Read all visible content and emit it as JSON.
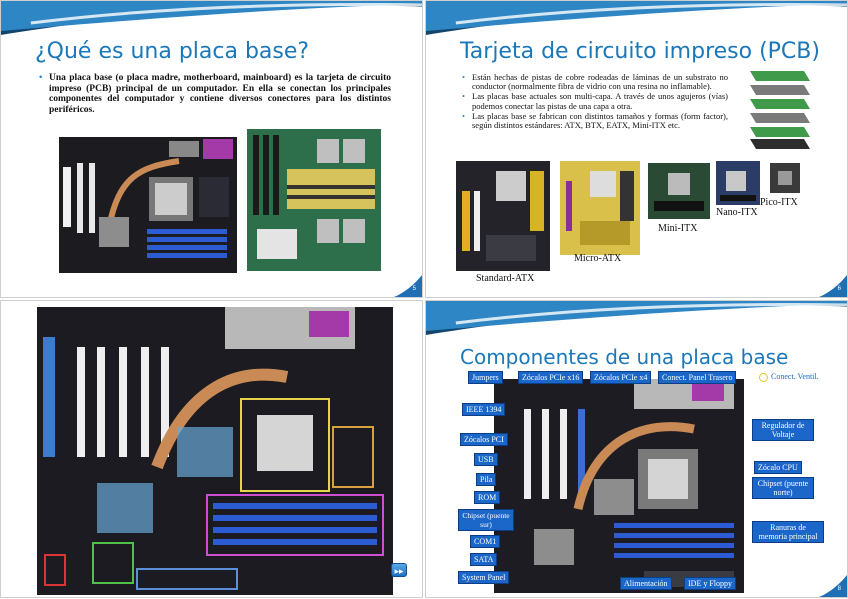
{
  "slides": [
    {
      "title": "¿Qué es una placa base?",
      "bullets": [
        "Una placa base (o placa madre, motherboard, mainboard) es la tarjeta de circuito impreso (PCB) principal de un computador. En ella se conectan los principales componentes del computador y contiene diversos conectores para los distintos periféricos."
      ],
      "page": "5"
    },
    {
      "title": "Tarjeta de circuito impreso (PCB)",
      "bullets": [
        "Están hechas de pistas de cobre rodeadas de láminas de un substrato no conductor (normalmente fibra de vidrio con una resina no inflamable).",
        "Las placas base actuales son multi-capa. A través de unos agujeros (vías) podemos conectar las pistas de una capa a otra.",
        "Las placas base se fabrican con distintos tamaños y formas (form factor), según distintos estándares: ATX, BTX, EATX, Mini-ITX etc."
      ],
      "form_factors": {
        "standard": "Standard-ATX",
        "micro": "Micro-ATX",
        "mini": "Mini-ITX",
        "nano": "Nano-ITX",
        "pico": "Pico-ITX"
      },
      "page": "6"
    },
    {
      "nav_label": "▸▸"
    },
    {
      "title": "Componentes de una placa base",
      "labels": {
        "jumpers": "Jumpers",
        "pcie16": "Zócalos PCIe x16",
        "pcie4": "Zócalos PCIe x4",
        "panel_trasero": "Conect. Panel Trasero",
        "ventil": "Conect. Ventil.",
        "ieee": "IEEE 1394",
        "pci": "Zócalos PCI",
        "regulador": "Regulador de Voltaje",
        "usb": "USB",
        "cpu": "Zócalo CPU",
        "pila": "Pila",
        "norte": "Chipset (puente norte)",
        "rom": "ROM",
        "sur": "Chipset (puente sur)",
        "ram": "Ranuras de memoria principal",
        "com": "COM1",
        "sata": "SATA",
        "system_panel": "System Panel",
        "alimentacion": "Alimentación",
        "ide": "IDE y Floppy"
      },
      "page": "8"
    }
  ],
  "colors": {
    "title_blue": "#1b78b8",
    "label_blue": "#1a67c9",
    "board_dark": "#1c1c22"
  }
}
